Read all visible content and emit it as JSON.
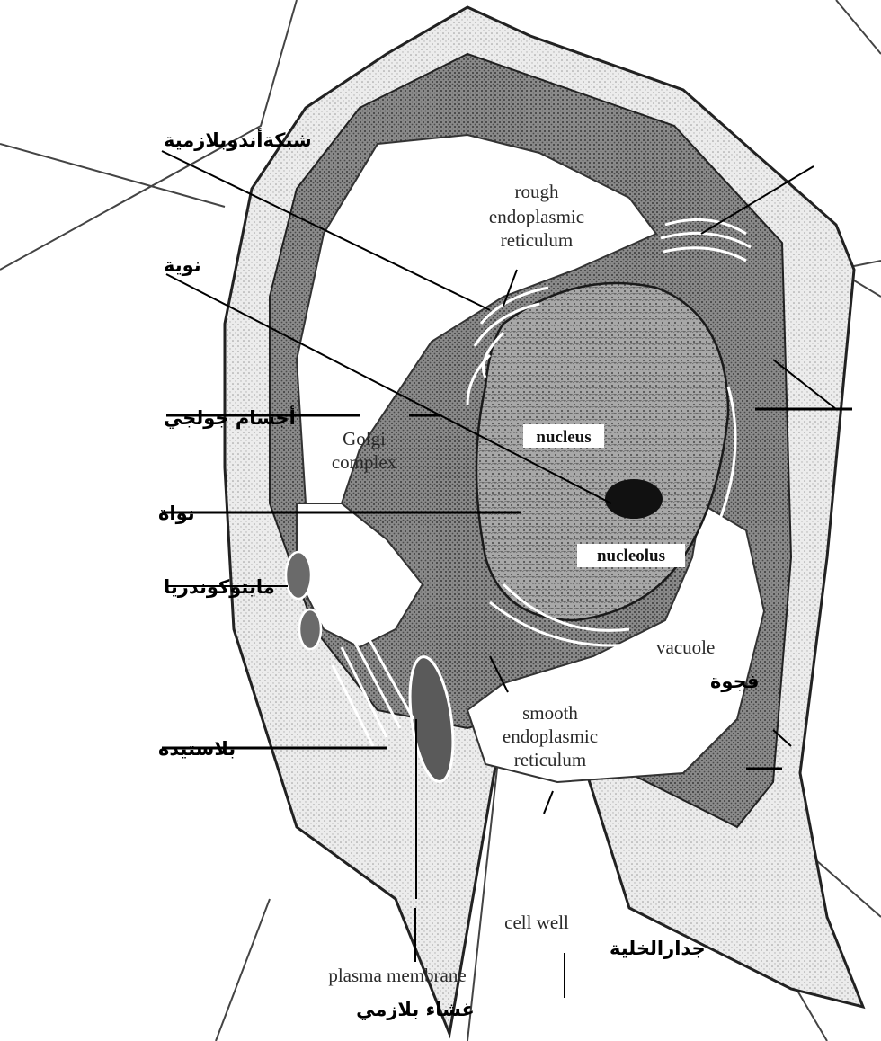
{
  "labels_arabic": {
    "endoplasmic_network": "شبكةأندوبلازمية",
    "nucleolus": "نوية",
    "golgi_bodies": "أجسام جولجي",
    "nucleus": "نواة",
    "mitochondria": "مايتوكوندريا",
    "plastid": "بلاستيده",
    "vacuole": "فجوة",
    "cell_wall": "جدارالخلية",
    "plasma_membrane": "غشاء بلازمي"
  },
  "labels_english": {
    "rough_er_1": "rough",
    "rough_er_2": "endoplasmic",
    "rough_er_3": "reticulum",
    "golgi_1": "Golgi",
    "golgi_2": "complex",
    "nucleus": "nucleus",
    "nucleolus": "nucleolus",
    "vacuole": "vacuole",
    "smooth_er_1": "smooth",
    "smooth_er_2": "endoplasmic",
    "smooth_er_3": "reticulum",
    "cell_wall": "cell well",
    "plasma_membrane": "plasma membrane"
  },
  "colors": {
    "cell_wall_fill": "#e6e6e6",
    "cytoplasm_fill": "#7a7a7a",
    "nucleus_fill": "#9c9c9c",
    "nucleolus_fill": "#111111",
    "vacuole_fill": "#ffffff",
    "line_color": "#000000"
  }
}
